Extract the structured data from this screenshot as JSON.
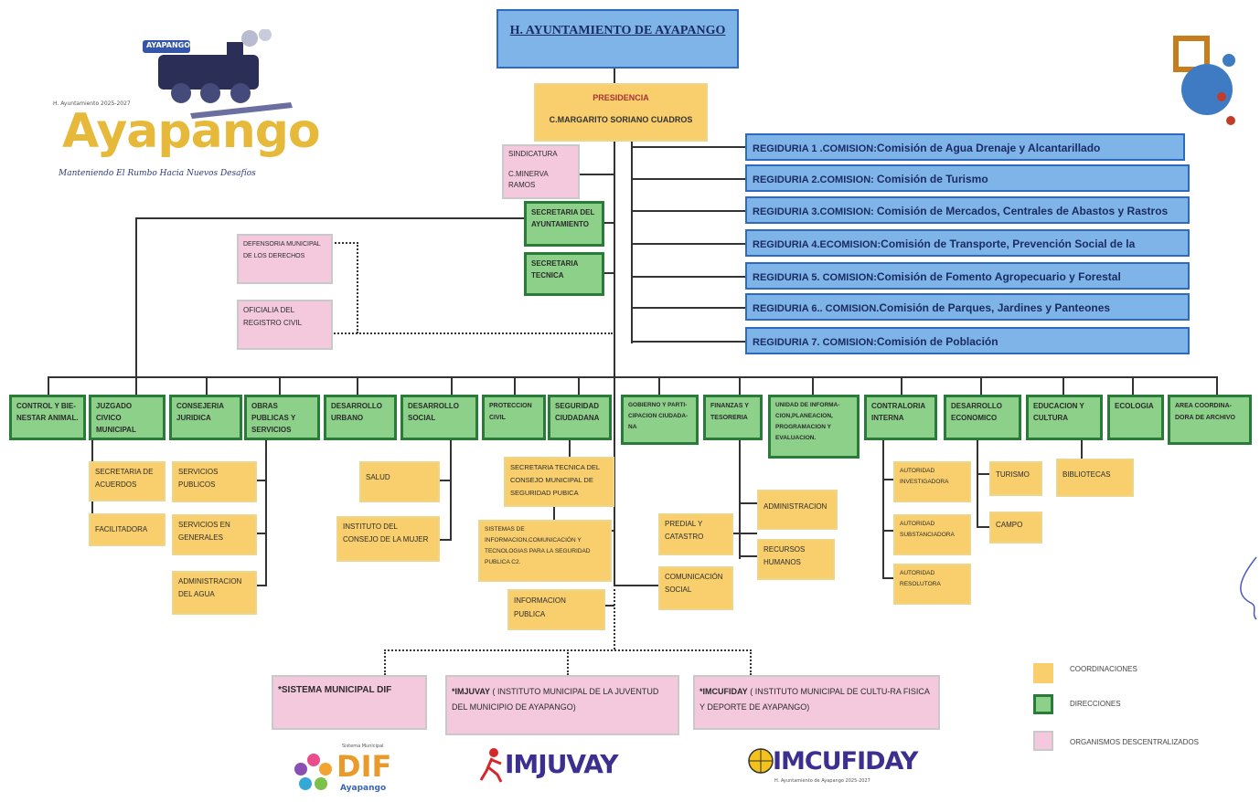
{
  "top": {
    "title": "H. AYUNTAMIENTO DE AYAPANGO"
  },
  "logo": {
    "badge": "AYAPANGO",
    "admin": "H. Ayuntamiento 2025-2027",
    "name": "Ayapango",
    "slogan": "Manteniendo El Rumbo Hacia Nuevos Desafíos"
  },
  "presidencia": {
    "label": "PRESIDENCIA",
    "name": "C.MARGARITO SORIANO CUADROS"
  },
  "sindicatura": {
    "label": "SINDICATURA",
    "name": "C.MINERVA RAMOS"
  },
  "secretaria_ayuntamiento": "SECRETARIA DEL AYUNTAMIENTO",
  "secretaria_tecnica": "SECRETARIA TECNICA",
  "defensoria": "DEFENSORIA MUNICIPAL DE LOS DERECHOS",
  "oficialia": "OFICIALIA DEL REGISTRO CIVIL",
  "regidurias": [
    {
      "prefix": "REGIDURIA 1 .COMISION:",
      "name": "Comisión de Agua Drenaje y Alcantarillado"
    },
    {
      "prefix": "REGIDURIA 2.COMISION: ",
      "name": "Comisión de Turismo"
    },
    {
      "prefix": "REGIDURIA 3.COMISION: ",
      "name": "Comisión de Mercados, Centrales de Abastos y Rastros"
    },
    {
      "prefix": "REGIDURIA 4.ECOMISION:",
      "name": "Comisión de Transporte, Prevención Social de la Violencia"
    },
    {
      "prefix": "REGIDURIA 5. COMISION:",
      "name": "Comisión de Fomento Agropecuario y Forestal"
    },
    {
      "prefix": "REGIDURIA 6.. COMISION.",
      "name": "Comisión de Parques, Jardines y Panteones"
    },
    {
      "prefix": "REGIDURIA 7. COMISION:",
      "name": "Comisión de Población"
    }
  ],
  "direcciones": [
    "CONTROL Y BIE-NESTAR ANIMAL.",
    "JUZGADO CIVICO MUNICIPAL",
    "CONSEJERIA JURIDICA",
    "OBRAS PUBLICAS Y SERVICIOS",
    "DESARROLLO URBANO",
    "DESARROLLO SOCIAL",
    "PROTECCION CIVIL",
    "SEGURIDAD CIUDADANA",
    "GOBIERNO Y PARTI-CIPACION CIUDADA-NA",
    "FINANZAS Y TESORERIA",
    "UNIDAD DE INFORMA-CION,PLANEACION, PROGRAMACION Y EVALUACION.",
    "CONTRALORIA INTERNA",
    "DESARROLLO ECONOMICO",
    "EDUCACION Y CULTURA",
    "ECOLOGIA",
    "AREA COORDINA-DORA DE ARCHIVO"
  ],
  "coordinaciones": {
    "secretaria_acuerdos": "SECRETARIA DE ACUERDOS",
    "facilitadora": "FACILITADORA",
    "servicios_publicos": "SERVICIOS PUBLICOS",
    "servicios_generales": "SERVICIOS EN GENERALES",
    "administracion_agua": "ADMINISTRACION DEL AGUA",
    "salud": "SALUD",
    "instituto_mujer": "INSTITUTO DEL CONSEJO DE LA MUJER",
    "secretaria_tecnica_seg": "SECRETARIA TECNICA DEL CONSEJO MUNICIPAL DE SEGURIDAD PUBICA",
    "sistemas_info": "SISTEMAS DE INFORMACION,COMUNICACIÓN Y TECNOLOGIAS PARA LA SEGURIDAD PUBLICA C2.",
    "informacion_publica": "INFORMACION PUBLICA",
    "predial": "PREDIAL Y CATASTRO",
    "comunicacion_social": "COMUNICACIÓN SOCIAL",
    "administracion": "ADMINISTRACION",
    "recursos_humanos": "RECURSOS HUMANOS",
    "autoridad_investigadora": "AUTORIDAD INVESTIGADORA",
    "autoridad_substanciadora": "AUTORIDAD SUBSTANCIADORA",
    "autoridad_resolutora": "AUTORIDAD RESOLUTORA",
    "turismo": "TURISMO",
    "campo": "CAMPO",
    "bibliotecas": "BIBLIOTECAS"
  },
  "organismos": [
    {
      "bold": "*SISTEMA MUNICIPAL DIF",
      "text": ""
    },
    {
      "bold": "*IMJUVAY",
      "text": "( INSTITUTO MUNICIPAL DE LA JUVENTUD DEL MUNICIPIO DE AYAPANGO)"
    },
    {
      "bold": "*IMCUFIDAY",
      "text": "( INSTITUTO MUNICIPAL DE CULTU-RA FISICA Y DEPORTE DE AYAPANGO)"
    }
  ],
  "bottom_logos": {
    "dif_small": "Sistema Municipal",
    "dif": "DIF",
    "dif_sub": "Ayapango",
    "imjuvay": "IMJUVAY",
    "imcufiday": "IMCUFIDAY",
    "imcufiday_sub": "H. Ayuntamiento de Ayapango 2025-2027"
  },
  "legend": [
    {
      "label": "COORDINACIONES",
      "color": "#f9cf6e"
    },
    {
      "label": "DIRECCIONES",
      "color": "#8dd08a"
    },
    {
      "label": "ORGANISMOS DESCENTRALIZADOS",
      "color": "#f4c9dd"
    }
  ]
}
